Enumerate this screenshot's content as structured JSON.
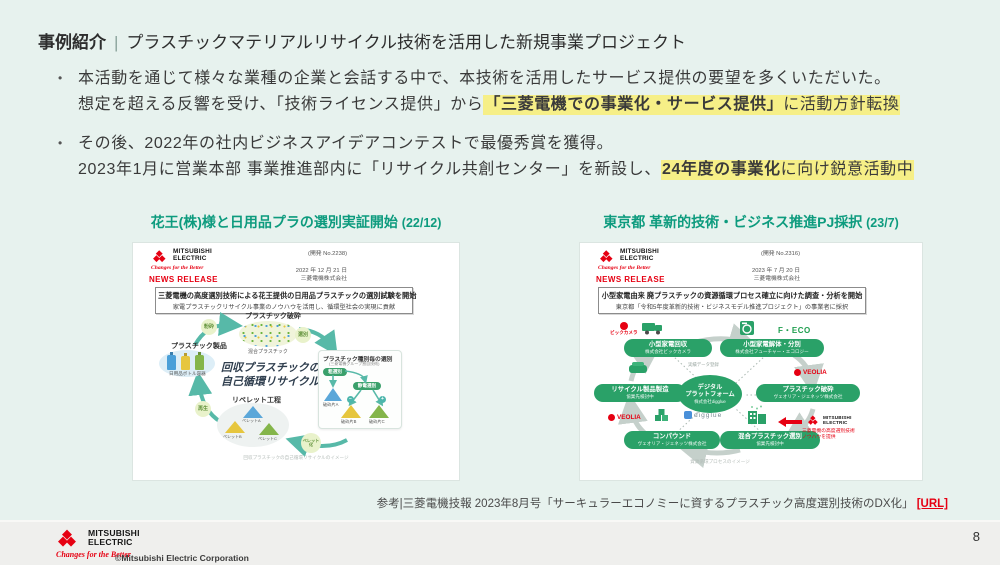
{
  "colors": {
    "slide_bg": "#e7f2ee",
    "accent_teal": "#0d9b7e",
    "highlight_yellow": "#f6ef87",
    "mitsubishi_red": "#e60012",
    "node_green": "#2aa168"
  },
  "title": {
    "prefix": "事例紹介",
    "separator": "|",
    "main": "プラスチックマテリアルリサイクル技術を活用した新規事業プロジェクト"
  },
  "bullets": {
    "marker": "•",
    "b1_line1": "本活動を通じて様々な業種の企業と会話する中で、本技術を活用したサービス提供の要望を多くいただいた。",
    "b1_line2_pre": "想定を超える反響を受け、「技術ライセンス提供」から",
    "b1_line2_hl_bold": "「三菱電機での事業化・サービス提供」",
    "b1_line2_hl_rest": "に活動方針転換",
    "b2_line1": "その後、2022年の社内ビジネスアイデアコンテストで最優秀賞を獲得。",
    "b2_line2_pre": "2023年1月に営業本部 事業推進部内に「リサイクル共創センター」を新設し、",
    "b2_line2_hl_bold": "24年度の事業化",
    "b2_line2_hl_rest": "に向け鋭意活動中"
  },
  "brand": {
    "line1": "MITSUBISHI",
    "line2": "ELECTRIC",
    "tagline": "Changes for the Better"
  },
  "left_panel": {
    "caption": "花王(株)様と日用品プラの選別実証開始",
    "caption_date": "(22/12)",
    "release": {
      "doc_no": "(開発 No.2238)",
      "date": "2022 年 12 月 21 日",
      "company": "三菱電機株式会社",
      "news_release": "NEWS RELEASE",
      "headline": "三菱電機の高度選別技術による花王提供の日用品プラスチックの選別試験を開始",
      "subline": "家電プラスチックリサイクル事業のノウハウを活用し、循環型社会の実現に貢献"
    },
    "diagram": {
      "crush_title": "プラスチック破砕",
      "crush_label": "混合プラスチック",
      "product_title": "プラスチック製品",
      "product_label": "日用品ボトル容器",
      "center_line1": "回収プラスチックの",
      "center_line2": "自己循環リサイクル",
      "sort_box_title": "プラスチック種別毎の選別",
      "sort_box_sub": "(三菱電機グループ独自技術)",
      "rough_sort": "粗選別",
      "electro_sort": "静電選別",
      "minus": "−",
      "plus": "+",
      "frag_a": "破砕片A",
      "frag_b": "破砕片B",
      "frag_c": "破砕片C",
      "pellet_title": "リペレット工程",
      "pellet_a": "ペレットA",
      "pellet_b": "ペレットB",
      "pellet_c": "ペレットC",
      "arrow_crush": "粉砕",
      "arrow_sort": "選別",
      "arrow_pellet": "ペレット化",
      "arrow_regen": "再生",
      "footnote": "回収プラスチックの自己循環リサイクルのイメージ"
    }
  },
  "right_panel": {
    "caption": "東京都 革新的技術・ビジネス推進PJ採択",
    "caption_date": "(23/7)",
    "release": {
      "doc_no": "(開発 No.2316)",
      "date": "2023 年 7 月 20 日",
      "company": "三菱電機株式会社",
      "news_release": "NEWS RELEASE",
      "headline": "小型家電由来 廃プラスチックの資源循環プロセス確立に向けた調査・分析を開始",
      "subline": "東京都「令和5年度革新的技術・ビジネスモデル推進プロジェクト」の事業者に採択"
    },
    "diagram": {
      "nodes": [
        {
          "title": "小型家電回収",
          "sub": "株式会社ビックカメラ"
        },
        {
          "title": "小型家電解体・分別",
          "sub": "株式会社フューチャー・エコロジー"
        },
        {
          "title": "プラスチック破砕",
          "sub": "ヴェオリア・ジェネッツ株式会社"
        },
        {
          "title": "混合プラスチック選別",
          "sub": "協業先検討中"
        },
        {
          "title": "コンパウンド",
          "sub": "ヴェオリア・ジェネッツ株式会社"
        },
        {
          "title": "リサイクル製品製造",
          "sub": "協業先検討中"
        }
      ],
      "center_line1": "デジタル",
      "center_line2": "プラットフォーム",
      "center_sub": "株式会社digglue",
      "center_note": "実績データ登録",
      "logo_biccamera": "ビックカメラ",
      "logo_feco": "F・ECO",
      "logo_veolia": "VEOLIA",
      "logo_digglue": "digglue",
      "logo_mitsubishi_1": "MITSUBISHI",
      "logo_mitsubishi_2": "ELECTRIC",
      "mitsu_note_line1": "三菱電機の高度選別技術",
      "mitsu_note_line2": "ノウハウを提供",
      "footnote": "資源循環プロセスのイメージ"
    }
  },
  "reference": {
    "label": "参考|三菱電機技報 2023年8月号「サーキュラーエコノミーに資するプラスチック高度選別技術のDX化」",
    "link_text": "[URL]"
  },
  "footer": {
    "copyright": "©Mitsubishi Electric Corporation",
    "page_number": "8"
  }
}
